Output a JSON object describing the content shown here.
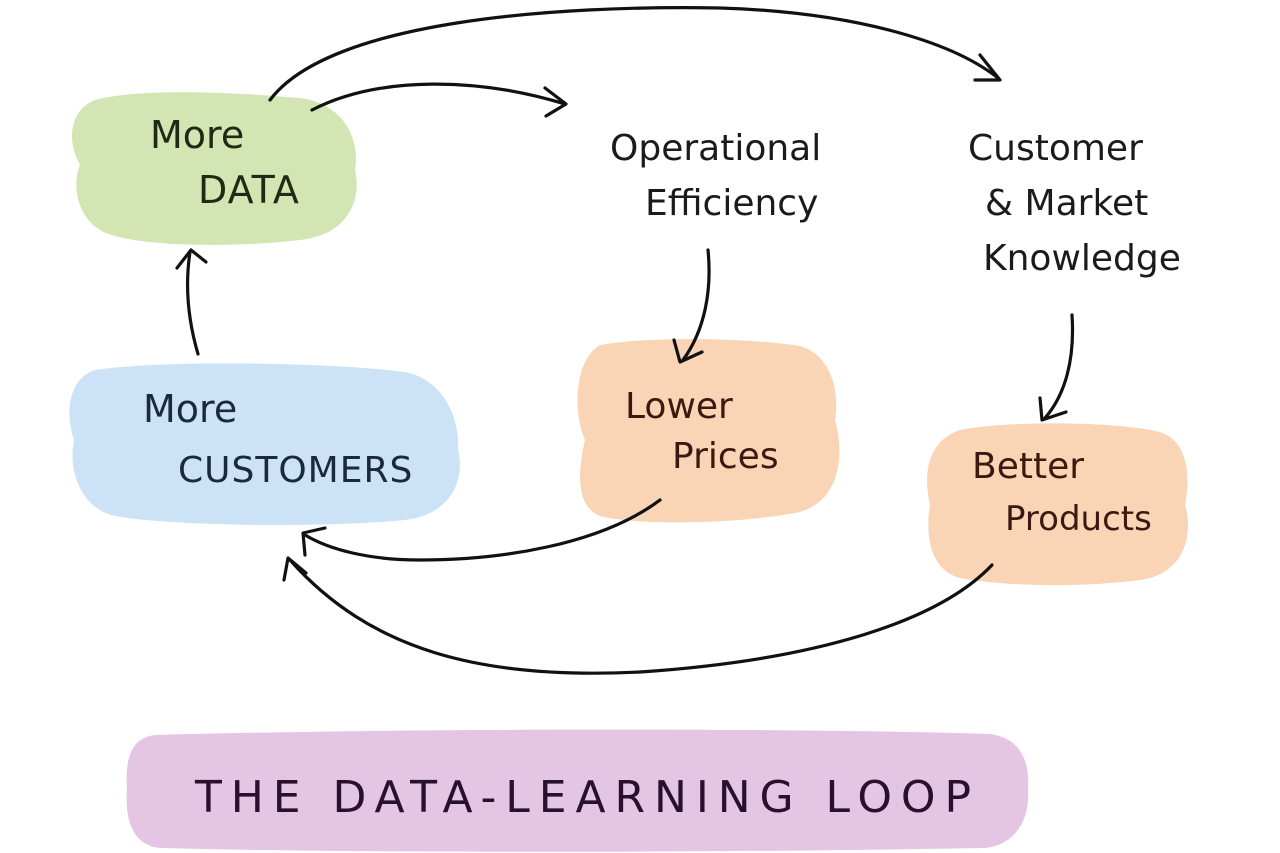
{
  "title": "THE DATA-LEARNING LOOP",
  "colors": {
    "more_data": "#d3e5b2",
    "more_customers": "#cce3f7",
    "lower_prices": "#f9d4b5",
    "better_products": "#f9d4b5",
    "title_banner": "#e4c6e4",
    "arrow": "#111111"
  },
  "nodes": {
    "more_data": {
      "line1": "More",
      "line2": "DATA"
    },
    "more_customers": {
      "line1": "More",
      "line2": "CUSTOMERS"
    },
    "operational_efficiency": {
      "line1": "Operational",
      "line2": "Efficiency"
    },
    "customer_market_knowledge": {
      "line1": "Customer",
      "line2": "& Market",
      "line3": "Knowledge"
    },
    "lower_prices": {
      "line1": "Lower",
      "line2": "Prices"
    },
    "better_products": {
      "line1": "Better",
      "line2": "Products"
    }
  },
  "edges": [
    {
      "from": "more_data",
      "to": "operational_efficiency"
    },
    {
      "from": "more_data",
      "to": "customer_market_knowledge"
    },
    {
      "from": "operational_efficiency",
      "to": "lower_prices"
    },
    {
      "from": "customer_market_knowledge",
      "to": "better_products"
    },
    {
      "from": "lower_prices",
      "to": "more_customers"
    },
    {
      "from": "better_products",
      "to": "more_customers"
    },
    {
      "from": "more_customers",
      "to": "more_data"
    }
  ]
}
